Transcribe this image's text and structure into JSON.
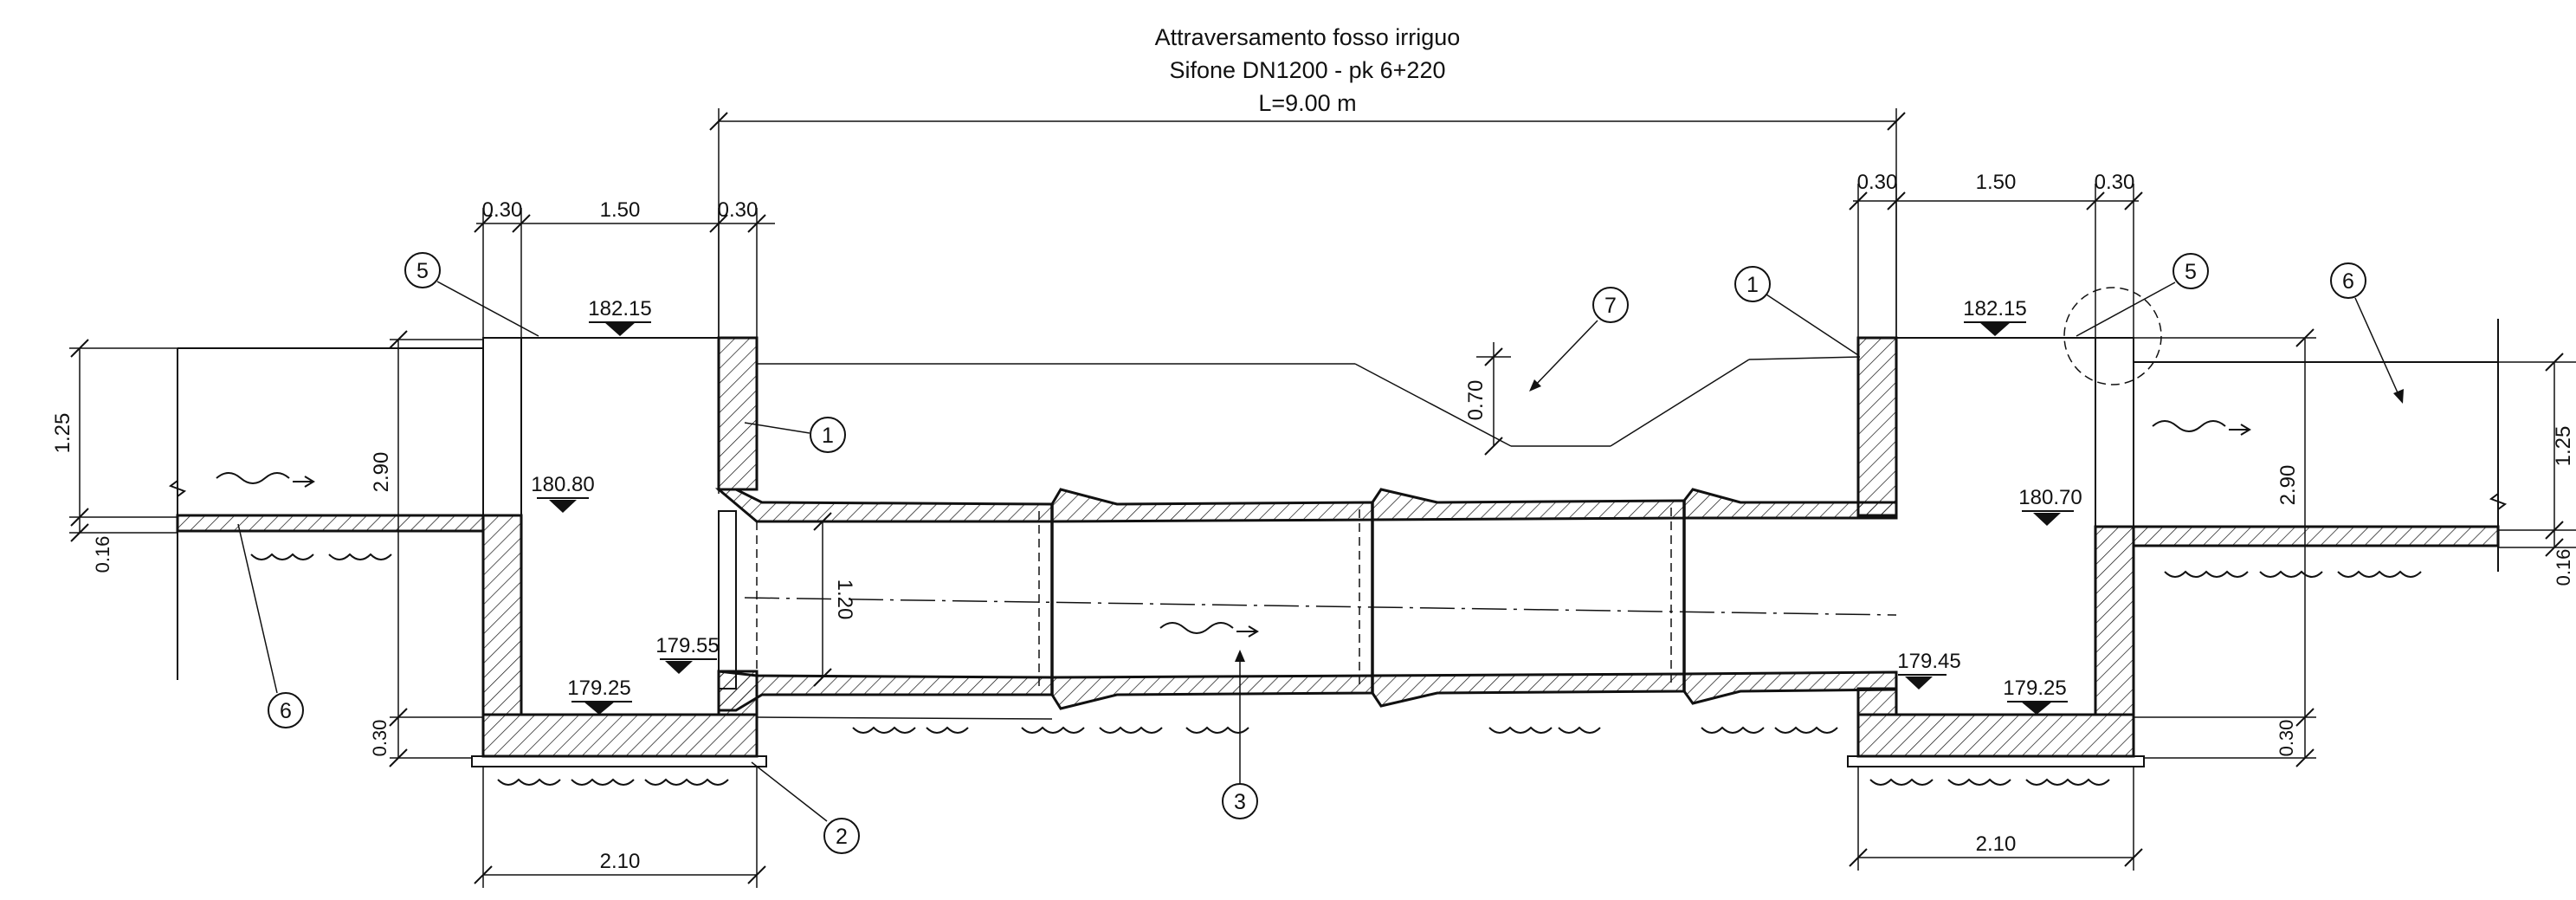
{
  "title": {
    "line1": "Attraversamento fosso irriguo",
    "line2": "Sifone DN1200 - pk 6+220",
    "line3": "L=9.00 m"
  },
  "dimensions": {
    "left_wall_top": "0.30",
    "left_chamber": "1.50",
    "left_wall_right": "0.30",
    "right_wall_left": "0.30",
    "right_chamber": "1.50",
    "right_wall_right": "0.30",
    "left_water_depth": "1.25",
    "left_channel_thickness": "0.16",
    "left_height": "2.90",
    "left_base": "0.30",
    "left_width": "2.10",
    "ditch_depth": "0.70",
    "pipe_diameter": "1.20",
    "right_height": "2.90",
    "right_base": "0.30",
    "right_width": "2.10",
    "right_water_depth": "1.25",
    "right_channel_thickness": "0.16"
  },
  "elevations": {
    "left_top": "182.15",
    "left_water": "180.80",
    "left_invert": "179.55",
    "left_bottom": "179.25",
    "right_top": "182.15",
    "right_water": "180.70",
    "right_invert": "179.45",
    "right_bottom": "179.25"
  },
  "callouts": {
    "c1_left": "1",
    "c1_right": "1",
    "c2": "2",
    "c3": "3",
    "c5_left": "5",
    "c5_right": "5",
    "c6_left": "6",
    "c6_right": "6",
    "c7": "7"
  },
  "flow_symbol": "~",
  "colors": {
    "line": "#111111",
    "background": "#ffffff"
  }
}
